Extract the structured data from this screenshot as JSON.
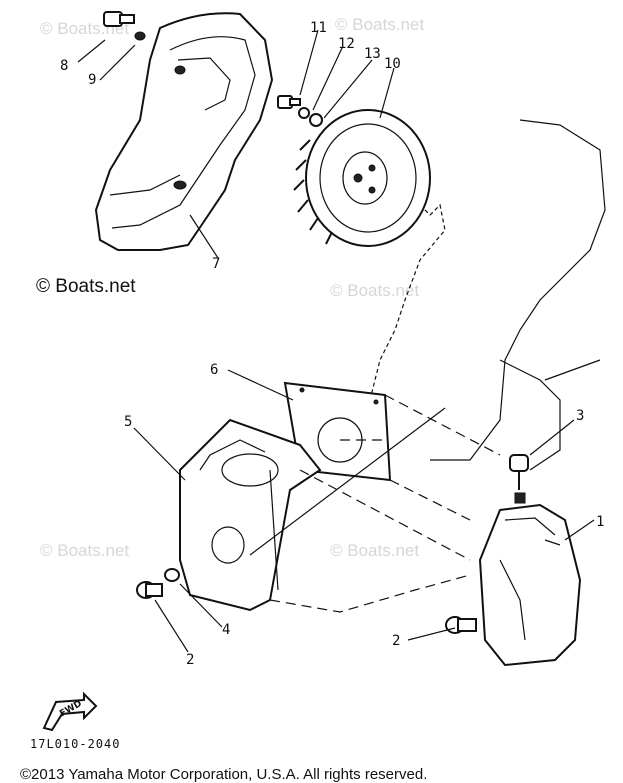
{
  "diagram": {
    "callouts": [
      "8",
      "9",
      "11",
      "12",
      "13",
      "10",
      "7",
      "6",
      "5",
      "3",
      "1",
      "4",
      "2",
      "2"
    ],
    "watermarks": [
      "© Boats.net",
      "© Boats.net",
      "© Boats.net",
      "© Boats.net",
      "© Boats.net",
      "© Boats.net"
    ],
    "fwd_label": "FWD",
    "part_code": "17L010-2040",
    "copyright": "©2013 Yamaha Motor Corporation, U.S.A. All rights reserved."
  }
}
